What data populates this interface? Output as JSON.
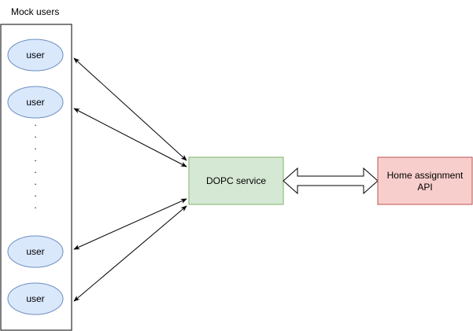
{
  "group": {
    "title": "Mock users",
    "users": [
      "user",
      "user",
      "user",
      "user"
    ]
  },
  "service": {
    "label": "DOPC service",
    "fill": "#d5e8d4",
    "stroke": "#82b366"
  },
  "api": {
    "label_line1": "Home assignment",
    "label_line2": "API",
    "fill": "#f8cecc",
    "stroke": "#b85450"
  },
  "user_style": {
    "fill": "#dae8fc",
    "stroke": "#6c8ebf"
  },
  "ellipsis": {
    "dot": "."
  }
}
